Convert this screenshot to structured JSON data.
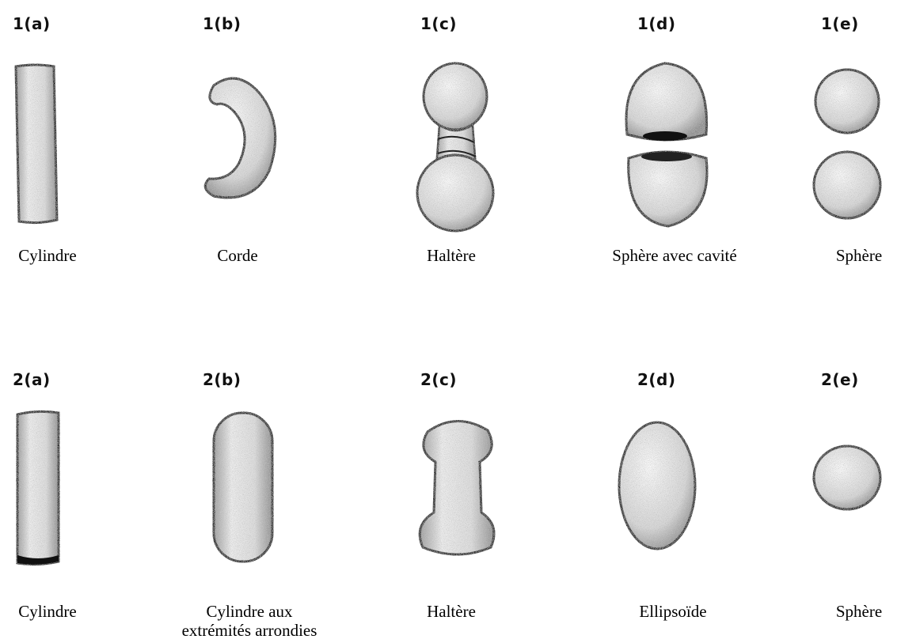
{
  "rows": [
    {
      "panels": [
        {
          "label": "1(a)",
          "caption": "Cylindre"
        },
        {
          "label": "1(b)",
          "caption": "Corde"
        },
        {
          "label": "1(c)",
          "caption": "Haltère"
        },
        {
          "label": "1(d)",
          "caption": "Sphère avec cavité"
        },
        {
          "label": "1(e)",
          "caption": "Sphère"
        }
      ]
    },
    {
      "panels": [
        {
          "label": "2(a)",
          "caption": "Cylindre"
        },
        {
          "label": "2(b)",
          "caption_line1": "Cylindre aux",
          "caption_line2": "extrémités arrondies"
        },
        {
          "label": "2(c)",
          "caption": "Haltère"
        },
        {
          "label": "2(d)",
          "caption": "Ellipsoïde"
        },
        {
          "label": "2(e)",
          "caption": "Sphère"
        }
      ]
    }
  ]
}
